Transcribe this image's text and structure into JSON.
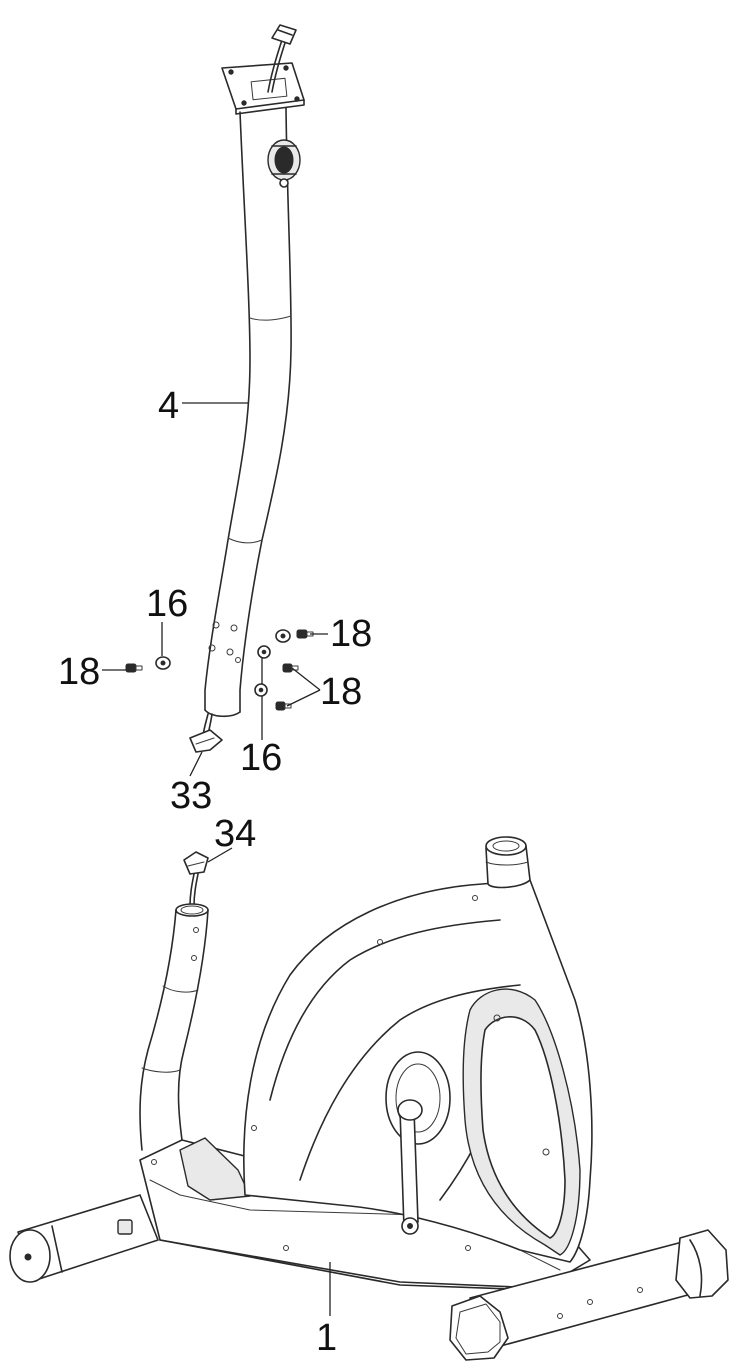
{
  "labels": {
    "post": "4",
    "washer_left": "16",
    "bolt_left": "18",
    "bolt_right_top": "18",
    "bolt_right_pair": "18",
    "washer_right": "16",
    "cable_upper": "33",
    "cable_lower": "34",
    "frame": "1"
  },
  "colors": {
    "line": "#2a2a2a",
    "background": "#ffffff"
  }
}
